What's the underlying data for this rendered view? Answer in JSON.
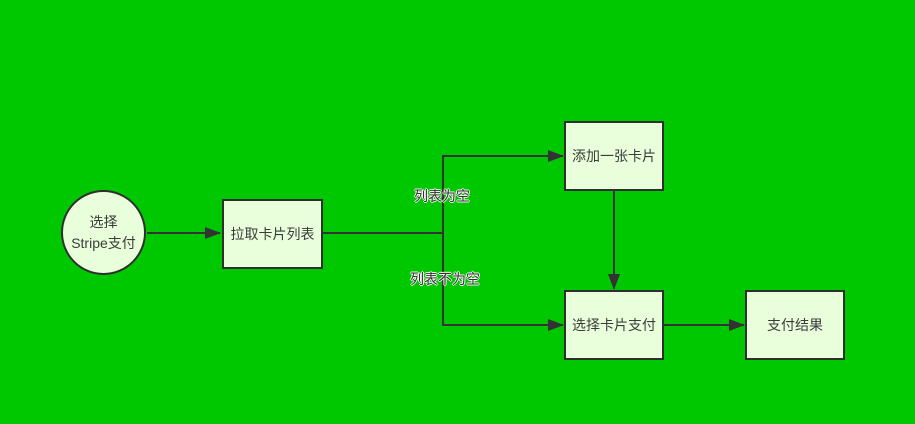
{
  "diagram": {
    "background_color": "#00C800",
    "node_fill_color": "#E9FFDB",
    "node_border_color": "#2F2F2F",
    "connector_color": "#333333",
    "nodes": {
      "start": {
        "label": "选择\nStripe支付",
        "shape": "circle"
      },
      "fetch_cards": {
        "label": "拉取卡片列表",
        "shape": "rect"
      },
      "add_card": {
        "label": "添加一张卡片",
        "shape": "rect"
      },
      "pay_with_card": {
        "label": "选择卡片支付",
        "shape": "rect"
      },
      "payment_result": {
        "label": "支付结果",
        "shape": "rect"
      }
    },
    "edge_labels": {
      "list_empty": "列表为空",
      "list_not_empty": "列表不为空"
    }
  }
}
